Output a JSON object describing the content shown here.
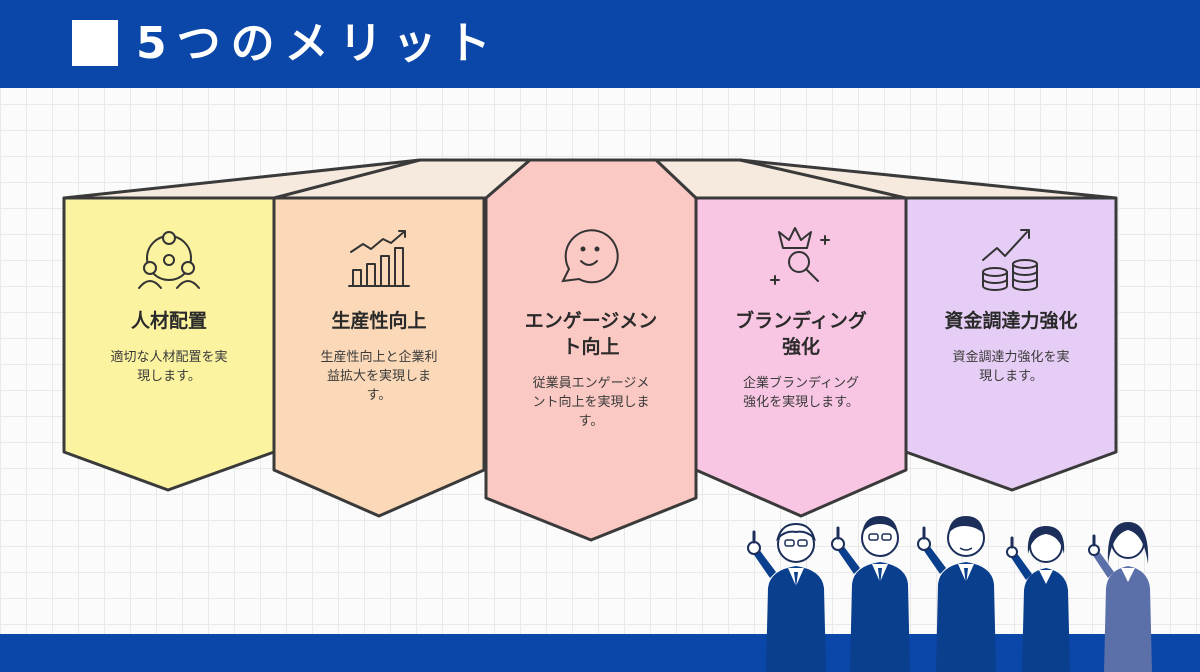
{
  "header": {
    "title": "5つのメリット"
  },
  "colors": {
    "brand_blue": "#0a47a8",
    "card_fills": [
      "#fbf3a0",
      "#fbd9b8",
      "#fbc9c4",
      "#f8c6e2",
      "#e6cdf5"
    ],
    "outline": "#3a3a3a"
  },
  "cards": [
    {
      "icon": "people-network-icon",
      "title": "人材配置",
      "title2": "",
      "desc": "適切な人材配置を実",
      "desc2": "現します。",
      "desc3": ""
    },
    {
      "icon": "bar-chart-growth-icon",
      "title": "生産性向上",
      "title2": "",
      "desc": "生産性向上と企業利",
      "desc2": "益拡大を実現しま",
      "desc3": "す。"
    },
    {
      "icon": "smile-chat-icon",
      "title": "エンゲージメン",
      "title2": "ト向上",
      "desc": "従業員エンゲージメ",
      "desc2": "ント向上を実現しま",
      "desc3": "す。"
    },
    {
      "icon": "crown-search-icon",
      "title": "ブランディング",
      "title2": "強化",
      "desc": "企業ブランディング",
      "desc2": "強化を実現します。",
      "desc3": ""
    },
    {
      "icon": "coins-growth-icon",
      "title": "資金調達力強化",
      "title2": "",
      "desc": "資金調達力強化を実",
      "desc2": "現します。",
      "desc3": ""
    }
  ]
}
